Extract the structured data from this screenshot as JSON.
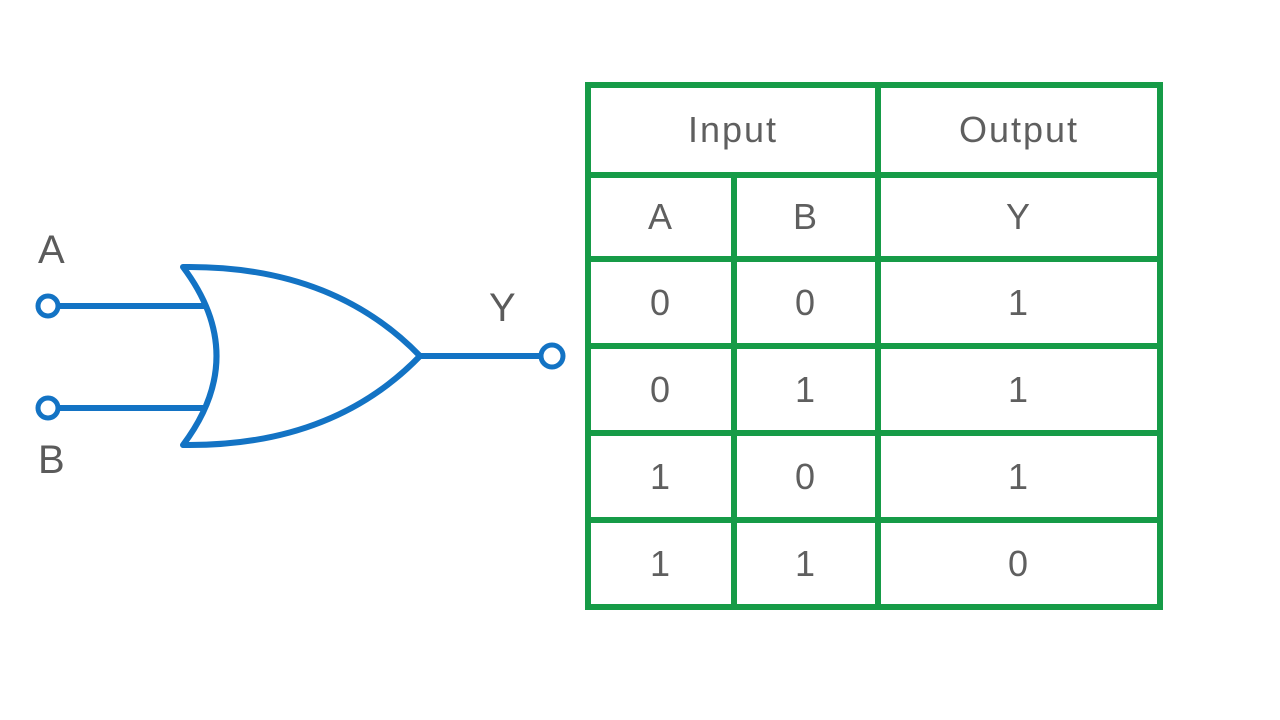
{
  "diagram": {
    "gate_type": "nand-gate-or-equivalent-symbol",
    "wire_color": "#1373c4",
    "input_a_label": "A",
    "input_b_label": "B",
    "output_label": "Y"
  },
  "truth_table": {
    "border_color": "#169b47",
    "header_input": "Input",
    "header_output": "Output",
    "col_a": "A",
    "col_b": "B",
    "col_y": "Y",
    "rows": [
      {
        "a": "0",
        "b": "0",
        "y": "1"
      },
      {
        "a": "0",
        "b": "1",
        "y": "1"
      },
      {
        "a": "1",
        "b": "0",
        "y": "1"
      },
      {
        "a": "1",
        "b": "1",
        "y": "0"
      }
    ]
  }
}
